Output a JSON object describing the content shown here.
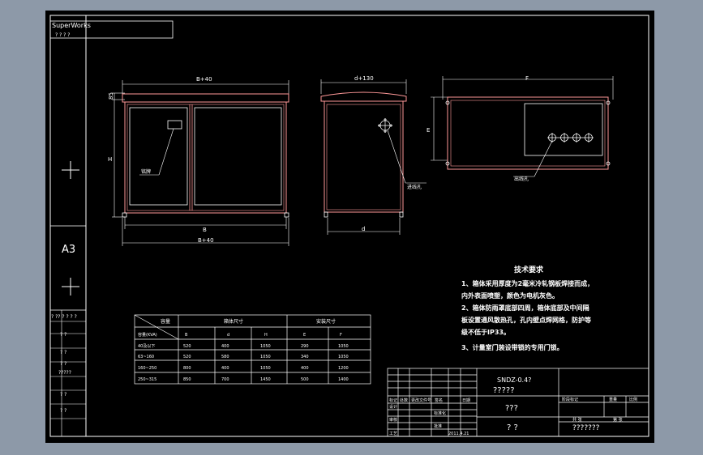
{
  "header": {
    "software": "SuperWorks",
    "sub": "? ? ? ?"
  },
  "left_strip": {
    "paper_size": "A3",
    "label_1": "? ?? ? ? ? ?",
    "label_2": "? ?",
    "label_3": "? ?",
    "label_4": "? ?",
    "label_5": "?????",
    "label_6": "? ?",
    "label_7": "? ?"
  },
  "front_view": {
    "dim_top": "B+40",
    "dim_bottom_inner": "B",
    "dim_bottom_outer": "B+40",
    "dim_left_h": "H",
    "dim_left_top": "85",
    "callout": "铭牌"
  },
  "side_view": {
    "dim_top": "d+130",
    "dim_bottom": "d",
    "callout": "进线孔"
  },
  "top_view": {
    "dim_top": "F",
    "dim_left": "E",
    "callout": "出线孔"
  },
  "tech": {
    "title": "技术要求",
    "lines": [
      "1、箱体采用厚度为2毫米冷轧钢板焊接而成，",
      "   内外表面喷塑，颜色为电机灰色。",
      "2、箱体防雨罩底部四周，箱体底部及中间隔",
      "   板设置通风散热孔，孔内壁点焊网格，防护等",
      "   级不低于IP33。",
      "3、计量室门装设带锁的专用门锁。"
    ]
  },
  "table": {
    "h1": "容量",
    "h2": "箱体尺寸",
    "h3": "安装尺寸",
    "unit_label": "容量(KVA)",
    "cols": [
      "B",
      "d",
      "H",
      "E",
      "F"
    ],
    "rows": [
      [
        "40及以下",
        "520",
        "400",
        "1050",
        "290",
        "1050"
      ],
      [
        "63~160",
        "520",
        "580",
        "1050",
        "340",
        "1050"
      ],
      [
        "160~250",
        "800",
        "400",
        "1050",
        "400",
        "1200"
      ],
      [
        "250~315",
        "850",
        "700",
        "1450",
        "500",
        "1400"
      ]
    ]
  },
  "title_block": {
    "model": "SNDZ-0.4?",
    "name": "?????",
    "name2": "???",
    "code": "? ?",
    "company": "???????",
    "r1": "标记",
    "r2": "处数",
    "r3": "更改文件号",
    "r4": "签名",
    "r5": "日期",
    "design": "设计",
    "check": "审核",
    "approve": "批准",
    "craft": "工艺",
    "std": "标准化",
    "date": "2011.4.21",
    "weight": "重量",
    "scale": "比例",
    "stage": "阶段标记",
    "sheet": "共 张",
    "page": "第 张"
  }
}
